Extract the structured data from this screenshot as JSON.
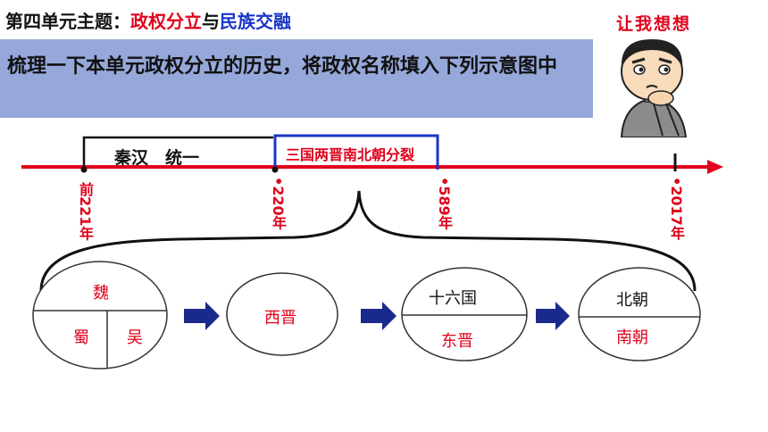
{
  "title": {
    "prefix": "第四单元主题：",
    "part1": "政权分立",
    "connector": "与",
    "part2": "民族交融"
  },
  "prompt": {
    "text": "梳理一下本单元政权分立的历史，将政权名称填入下列示意图中"
  },
  "sticker": {
    "text": "让我想想"
  },
  "timeline": {
    "segment_unified": "秦汉　统一",
    "segment_split": "三国两晋南北朝分裂",
    "dates": [
      "前221年",
      "•220年",
      "•589年",
      "•2017年"
    ]
  },
  "circles": {
    "c1": {
      "top": "魏",
      "left": "蜀",
      "right": "吴"
    },
    "c2": {
      "center": "西晋"
    },
    "c3": {
      "top": "十六国",
      "bottom": "东晋"
    },
    "c4": {
      "top": "北朝",
      "bottom": "南朝"
    }
  },
  "colors": {
    "accent_red": "#e0001b",
    "accent_blue": "#1836c8",
    "prompt_bg": "#96a8da",
    "arrow_navy": "#1a2a8c"
  }
}
